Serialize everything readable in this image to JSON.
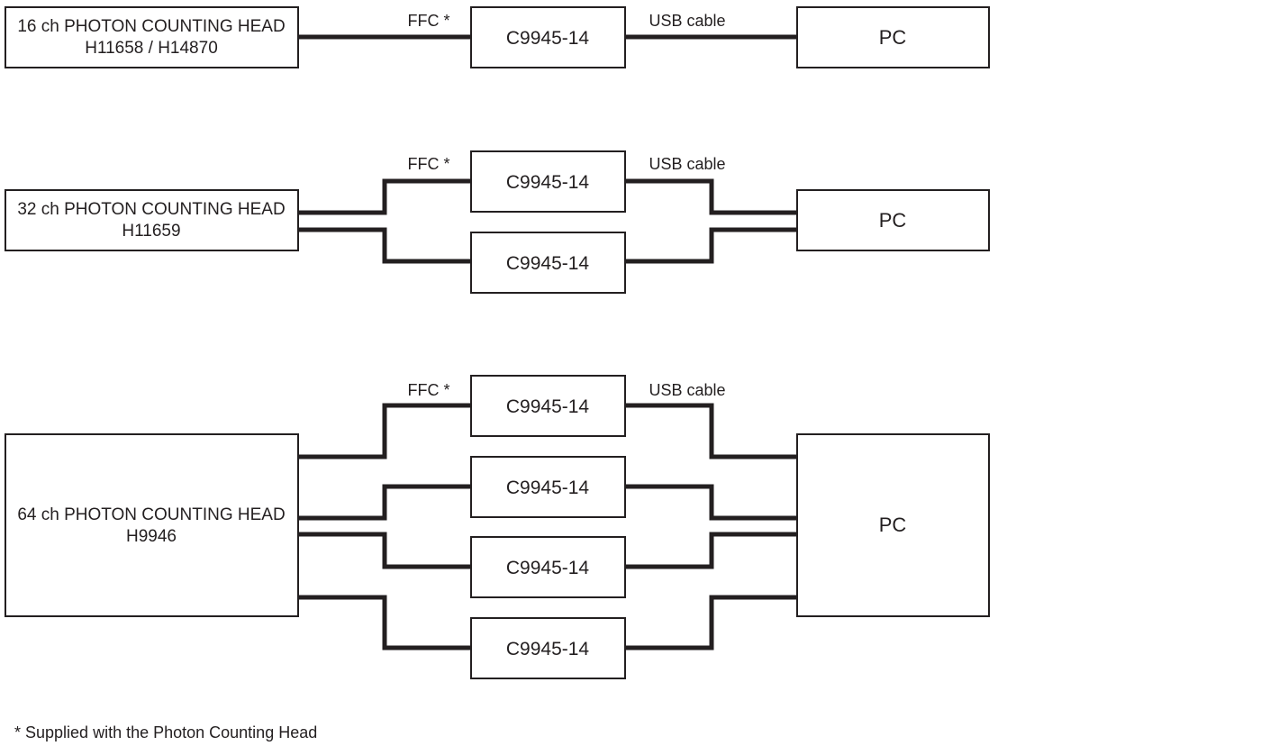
{
  "connector_note_marker": "*",
  "rows": [
    {
      "head": {
        "line1": "16 ch PHOTON COUNTING HEAD",
        "line2": "H11658 / H14870"
      },
      "ffc_label": "FFC *",
      "usb_label": "USB cable",
      "units": [
        "C9945-14"
      ],
      "pc_label": "PC"
    },
    {
      "head": {
        "line1": "32 ch PHOTON COUNTING HEAD",
        "line2": "H11659"
      },
      "ffc_label": "FFC *",
      "usb_label": "USB cable",
      "units": [
        "C9945-14",
        "C9945-14"
      ],
      "pc_label": "PC"
    },
    {
      "head": {
        "line1": "64 ch PHOTON COUNTING HEAD",
        "line2": "H9946"
      },
      "ffc_label": "FFC *",
      "usb_label": "USB cable",
      "units": [
        "C9945-14",
        "C9945-14",
        "C9945-14",
        "C9945-14"
      ],
      "pc_label": "PC"
    }
  ],
  "footnote": "* Supplied with the Photon Counting Head",
  "colors": {
    "line": "#231f20",
    "background": "#ffffff"
  }
}
